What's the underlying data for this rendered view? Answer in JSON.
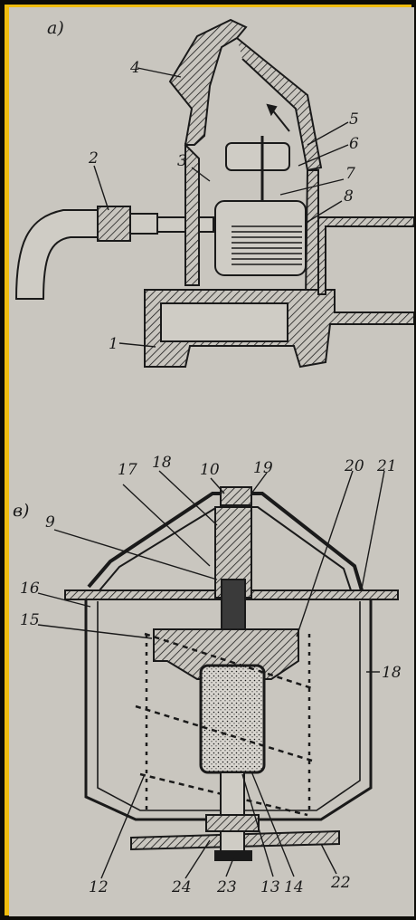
{
  "panels": {
    "a": "а)",
    "b": "в)"
  },
  "callouts": {
    "c1": "1",
    "c2": "2",
    "c3": "3",
    "c4": "4",
    "c5": "5",
    "c6": "6",
    "c7": "7",
    "c8": "8",
    "c9": "9",
    "c10": "10",
    "c12": "12",
    "c13": "13",
    "c14": "14",
    "c15": "15",
    "c16": "16",
    "c17": "17",
    "c18a": "18",
    "c18b": "18",
    "c19": "19",
    "c20": "20",
    "c21": "21",
    "c22": "22",
    "c23": "23",
    "c24": "24"
  },
  "colors": {
    "frame": "#f0bd0f",
    "border": "#0d0c08",
    "paper": "#c9c6bf",
    "ink": "#1a1a1a"
  }
}
